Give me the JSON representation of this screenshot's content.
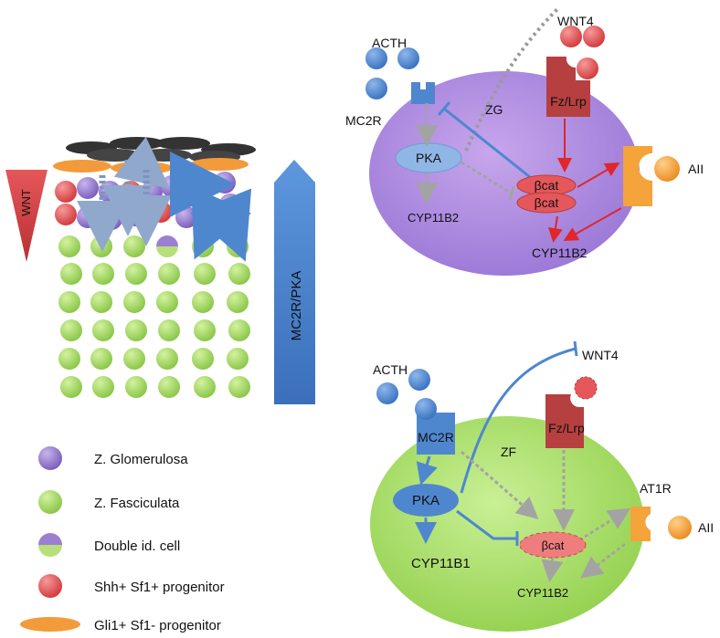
{
  "labels": {
    "wnt": "WNT",
    "mc2r_pka_gradient": "MC2R/PKA"
  },
  "legend": [
    {
      "label": "Z. Glomerulosa",
      "color": "#9b7fd1"
    },
    {
      "label": "Z. Fasciculata",
      "color": "#a6dd68"
    },
    {
      "label": "Double id. cell",
      "color": "mixed"
    },
    {
      "label": "Shh+ Sf1+ progenitor",
      "color": "#e5575a"
    },
    {
      "label": "Gli1+ Sf1- progenitor",
      "color": "#f0a040"
    }
  ],
  "zg_panel": {
    "zone": "ZG",
    "acth": "ACTH",
    "mc2r": "MC2R",
    "wnt4": "WNT4",
    "fzlrp": "Fz/Lrp",
    "pka": "PKA",
    "bcat_top": "βcat",
    "bcat_bottom": "βcat",
    "cyp_faded": "CYP11B2",
    "cyp_active": "CYP11B2",
    "aii": "AII"
  },
  "zf_panel": {
    "zone": "ZF",
    "acth": "ACTH",
    "mc2r": "MC2R",
    "wnt4": "WNT4",
    "fzlrp": "Fz/Lrp",
    "pka": "PKA",
    "bcat": "βcat",
    "cyp_active": "CYP11B1",
    "cyp_faded": "CYP11B2",
    "at1r": "AT1R",
    "aii": "AII"
  },
  "colors": {
    "purple_cell": "#a892d4",
    "green_cell": "#b7e07a",
    "red": "#e5575a",
    "blue": "#4f87cf",
    "dark_red": "#b5403f",
    "orange": "#f5a33b"
  }
}
